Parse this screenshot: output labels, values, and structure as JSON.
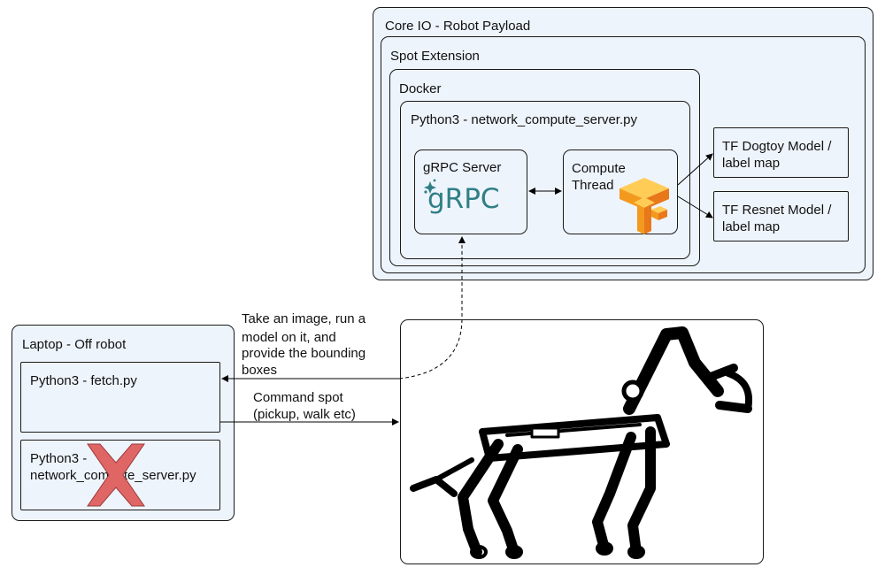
{
  "core_io": {
    "title": "Core IO - Robot Payload"
  },
  "spot_extension": {
    "title": "Spot Extension"
  },
  "docker": {
    "title": "Docker"
  },
  "python_server": {
    "title": "Python3 - network_compute_server.py"
  },
  "grpc_server": {
    "title": "gRPC Server",
    "logo_text": "gRPC"
  },
  "compute_thread": {
    "title_line1": "Compute",
    "title_line2": "Thread",
    "logo": "tensorflow-logo"
  },
  "models": [
    {
      "line1": "TF Dogtoy Model /",
      "line2": "label map"
    },
    {
      "line1": "TF Resnet Model /",
      "line2": "label map"
    }
  ],
  "laptop": {
    "title": "Laptop - Off robot"
  },
  "fetch": {
    "title": "Python3 - fetch.py"
  },
  "laptop_server": {
    "line1": "Python3 -",
    "line2": "network_compute_server.py",
    "status_icon": "red-x-icon"
  },
  "arrows": {
    "image_request": [
      "Take an image, run a",
      "model on it, and",
      "provide the bounding",
      "boxes"
    ],
    "command": [
      "Command spot",
      "(pickup, walk etc)"
    ]
  },
  "robot": {
    "image": "spot-robot-with-arm"
  },
  "colors": {
    "box_fill": "#eef4fc",
    "border": "#1a1a1a",
    "tf_orange": "#f6a020",
    "cross_red": "#e06666",
    "grpc_teal": "#2f7f86"
  }
}
